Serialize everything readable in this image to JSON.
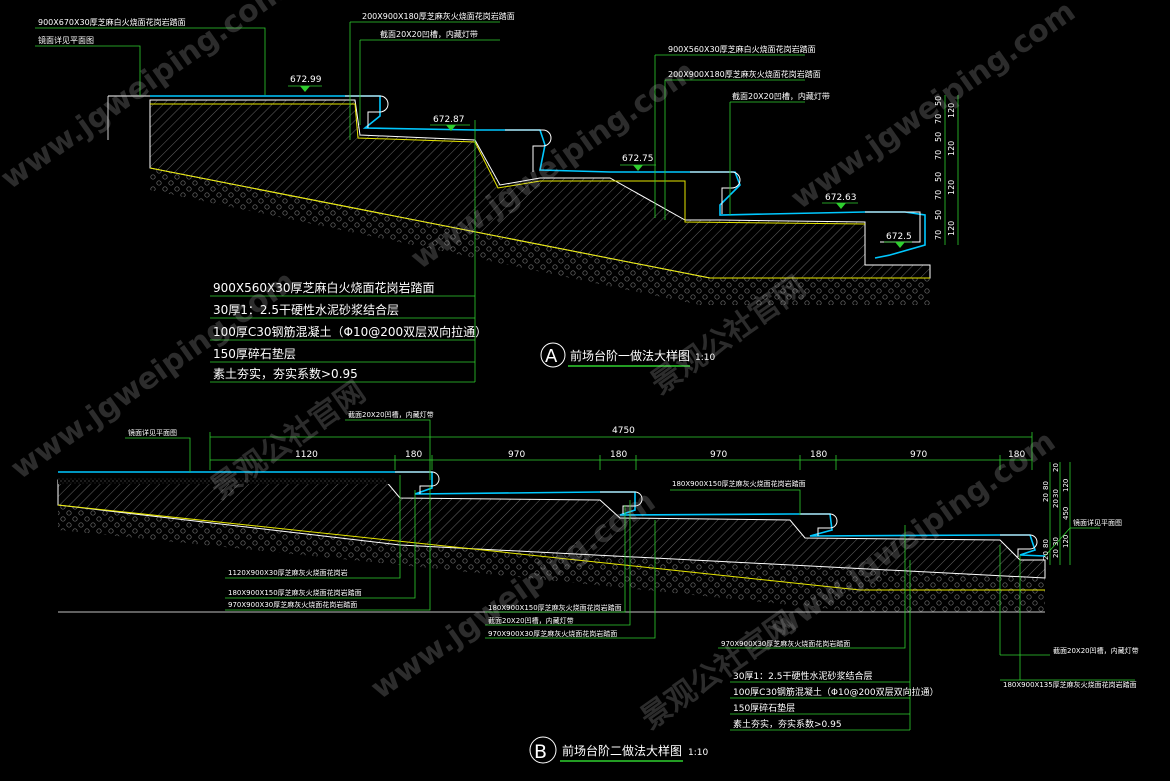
{
  "colors": {
    "background": "#000000",
    "leader": "#2fcf2f",
    "outline": "#ffffff",
    "stone": "#00c8ff",
    "mortar": "#e6e600",
    "hatch": "#8a8a8a",
    "gravel": "#7a7a7a"
  },
  "detail_a": {
    "top_labels": [
      "900X670X30厚芝麻白火烧面花岗岩踏面",
      "镜面详见平面图",
      "200X900X180厚芝麻灰火烧面花岗岩踏面",
      "截面20X20凹槽，内藏灯带",
      "900X560X30厚芝麻白火烧面花岗岩踏面",
      "200X900X180厚芝麻灰火烧面花岗岩踏面",
      "截面20X20凹槽，内藏灯带"
    ],
    "elevations": [
      "672.99",
      "672.87",
      "672.75",
      "672.63",
      "672.5"
    ],
    "layers": [
      "900X560X30厚芝麻白火烧面花岗岩踏面",
      "30厚1：2.5干硬性水泥砂浆结合层",
      "100厚C30钢筋混凝土（Φ10@200双层双向拉通）",
      "150厚碎石垫层",
      "素土夯实，夯实系数>0.95"
    ],
    "right_dims": [
      "50",
      "70",
      "120",
      "50",
      "70",
      "120",
      "50",
      "70",
      "120",
      "50",
      "70",
      "120"
    ],
    "title_letter": "A",
    "title": "前场台阶一做法大样图",
    "scale": "1:10"
  },
  "detail_b": {
    "top_labels": [
      "镜面详见平面图",
      "截面20X20凹槽，内藏灯带",
      "180X900X150厚芝麻灰火烧面花岗岩踏面",
      "镜面详见平面图"
    ],
    "total_dim": "4750",
    "dims": [
      "1120",
      "180",
      "970",
      "180",
      "970",
      "180",
      "970",
      "180"
    ],
    "right_dims": [
      "20",
      "80",
      "20",
      "30",
      "20",
      "120",
      "450",
      "80",
      "20",
      "30",
      "20",
      "120"
    ],
    "left_labels": [
      "1120X900X30厚芝麻灰火烧面花岗岩",
      "180X900X150厚芝麻灰火烧面花岗岩踏面",
      "970X900X30厚芝麻灰火烧面花岗岩踏面"
    ],
    "mid_labels": [
      "180X900X150厚芝麻灰火烧面花岗岩踏面",
      "截面20X20凹槽，内藏灯带",
      "970X900X30厚芝麻灰火烧面花岗岩踏面"
    ],
    "right_labels": [
      "970X900X30厚芝麻灰火烧面花岗岩踏面",
      "截面20X20凹槽，内藏灯带",
      "180X900X135厚芝麻灰火烧面花岗岩踏面"
    ],
    "layers": [
      "30厚1：2.5干硬性水泥砂浆结合层",
      "100厚C30钢筋混凝土（Φ10@200双层双向拉通）",
      "150厚碎石垫层",
      "素土夯实，夯实系数>0.95"
    ],
    "title_letter": "B",
    "title": "前场台阶二做法大样图",
    "scale": "1:10"
  },
  "watermarks": [
    "www.jgweiping.com",
    "景观公社官网"
  ]
}
